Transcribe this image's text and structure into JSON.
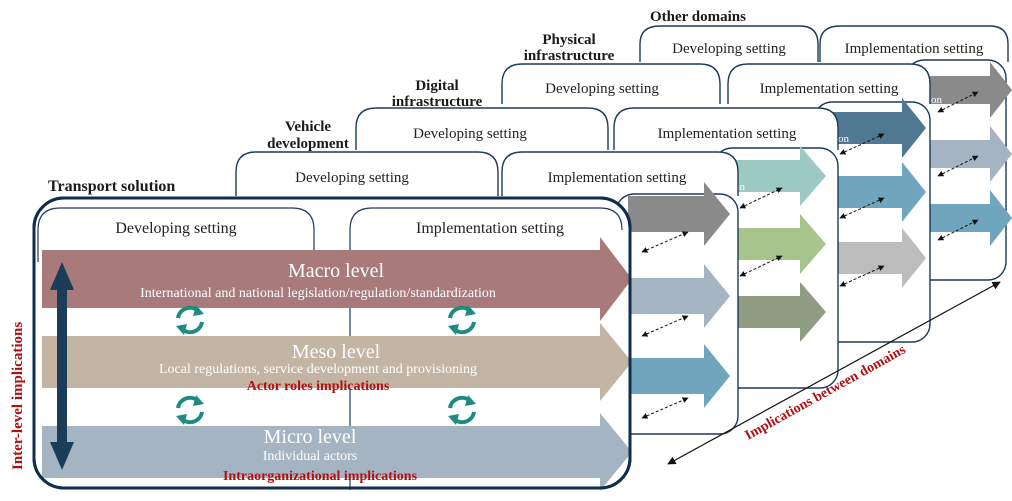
{
  "domains": {
    "transport": {
      "title": "Transport solution",
      "developing": "Developing setting",
      "implementation": "Implementation setting"
    },
    "vehicle": {
      "title_line1": "Vehicle",
      "title_line2": "development",
      "developing": "Developing setting",
      "implementation": "Implementation setting"
    },
    "digital": {
      "title_line1": "Digital",
      "title_line2": "infrastructure",
      "developing": "Developing setting",
      "implementation": "Implementation setting"
    },
    "physical": {
      "title_line1": "Physical",
      "title_line2": "infrastructure",
      "developing": "Developing setting",
      "implementation": "Implementation setting"
    },
    "other": {
      "title": "Other domains",
      "developing": "Developing setting",
      "implementation": "Implementation setting"
    }
  },
  "levels": {
    "macro": {
      "title": "Macro level",
      "subtitle": "International and national legislation/regulation/standardization"
    },
    "meso": {
      "title": "Meso level",
      "subtitle": "Local regulations, service development and provisioning",
      "implication": "Actor roles implications"
    },
    "micro": {
      "title": "Micro level",
      "subtitle": "Individual actors",
      "implication": "Intraorganizational implications"
    }
  },
  "side_labels": {
    "inter_level": "Inter-level implications",
    "between_domains": "Implications between domains"
  },
  "fragments": {
    "on": "on"
  },
  "colors": {
    "macro": "#a87a7a",
    "meso": "#c3b4a3",
    "micro": "#a5b4c3",
    "frame": "#0f2d4e",
    "cycle": "#1e8a80",
    "implication_red": "#b00f12"
  }
}
